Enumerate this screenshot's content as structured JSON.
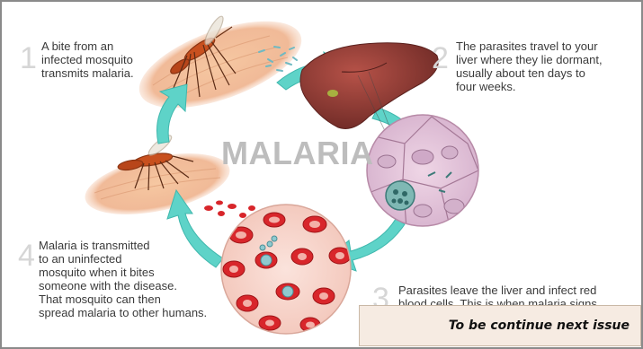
{
  "title": "MALARIA",
  "steps": [
    {
      "number": "1",
      "text": "A bite from an\ninfected mosquito\ntransmits malaria."
    },
    {
      "number": "2",
      "text": "The parasites travel to your\nliver where they lie dormant,\nusually about ten days to\nfour weeks."
    },
    {
      "number": "3",
      "text": "Parasites leave the liver and infect red\nblood cells. This is when malaria signs"
    },
    {
      "number": "4",
      "text": "Malaria is transmitted\nto an uninfected\nmosquito when it bites\nsomeone with the disease.\nThat mosquito can then\nspread malaria to other humans."
    }
  ],
  "banner": {
    "text": "To be  continue next issue"
  },
  "colors": {
    "arrow": "#5ed3c8",
    "liver": "#8e3a34",
    "skin": "#f0b892",
    "blood_cell": "#d8262b",
    "mosquito": "#c8501e",
    "title": "#bdbdbd"
  }
}
